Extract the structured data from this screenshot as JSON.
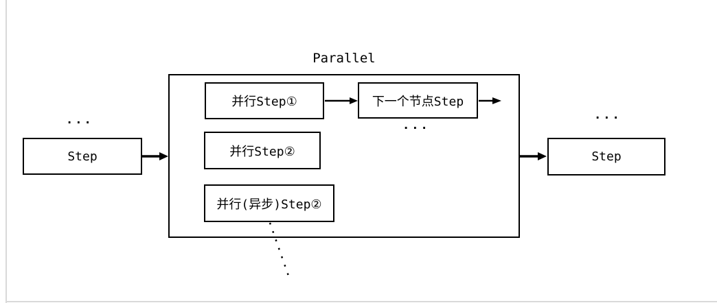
{
  "colors": {
    "stroke": "#000000",
    "node_fill": "#ffffff",
    "guide_line": "#d9d9d9",
    "background": "#ffffff"
  },
  "diagram": {
    "title": "Parallel",
    "left_node": {
      "label": "Step",
      "ellipsis": "..."
    },
    "right_node": {
      "label": "Step",
      "ellipsis": "..."
    },
    "parallel_group": {
      "step1": "并行Step①",
      "next_step": "下一个节点Step",
      "next_step_ellipsis": "...",
      "step2": "并行Step②",
      "step2_async": "并行(异步)Step②"
    }
  }
}
